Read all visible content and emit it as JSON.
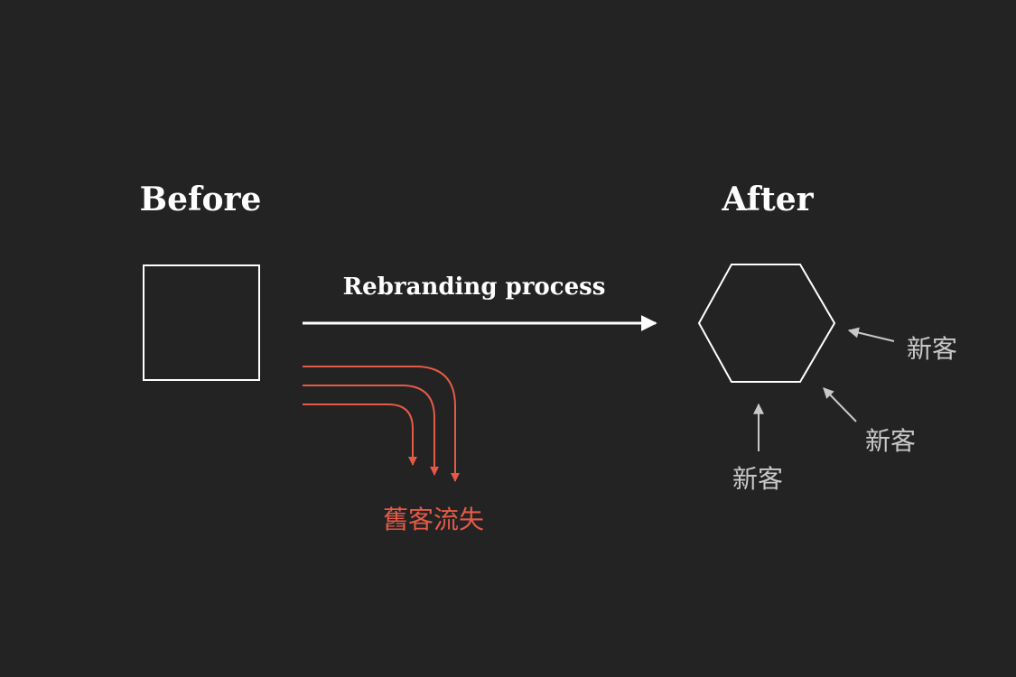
{
  "before": {
    "title": "Before"
  },
  "after": {
    "title": "After"
  },
  "process": {
    "label": "Rebranding process"
  },
  "churn": {
    "label": "舊客流失"
  },
  "new_customers": [
    {
      "label": "新客"
    },
    {
      "label": "新客"
    },
    {
      "label": "新客"
    }
  ],
  "colors": {
    "background": "#232323",
    "foreground": "#ffffff",
    "churn": "#e55a47",
    "new_customer": "#c8c8c8"
  }
}
